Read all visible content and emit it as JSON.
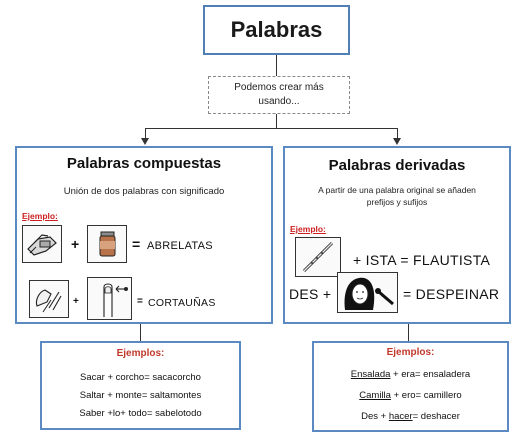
{
  "title": "Palabras",
  "subtitle": [
    "Podemos crear más",
    "usando..."
  ],
  "compuestas": {
    "title": "Palabras compuestas",
    "description": "Unión de dos palabras con significado",
    "ejemplo_label": "Ejemplo:",
    "rows": [
      {
        "op": "+",
        "eq": "=",
        "result": "ABRELATAS"
      },
      {
        "op": "+",
        "eq": "=",
        "result": "CORTAUÑAS"
      }
    ],
    "examples_title": "Ejemplos:",
    "examples": [
      "Sacar + corcho= sacacorcho",
      "Saltar + monte= saltamontes",
      "Saber +lo+ todo= sabelotodo"
    ]
  },
  "derivadas": {
    "title": "Palabras derivadas",
    "description": [
      "A partir de una palabra original se añaden",
      "prefijos y sufijos"
    ],
    "ejemplo_label": "Ejemplo:",
    "row1": "+ ISTA = FLAUTISTA",
    "row2_prefix": "DES +",
    "row2_suffix": "= DESPEINAR",
    "examples_title": "Ejemplos:",
    "examples": [
      {
        "base": "Ensalada",
        "rest": " + era= ensaladera"
      },
      {
        "base": "Camilla",
        "rest": " + ero= camillero"
      },
      {
        "pre": "Des + ",
        "base": "hacer",
        "rest": "= deshacer"
      }
    ]
  },
  "colors": {
    "border": "#5b8ac2",
    "title_border": "#4f7fb3",
    "accent_red": "#cc1f1f"
  }
}
